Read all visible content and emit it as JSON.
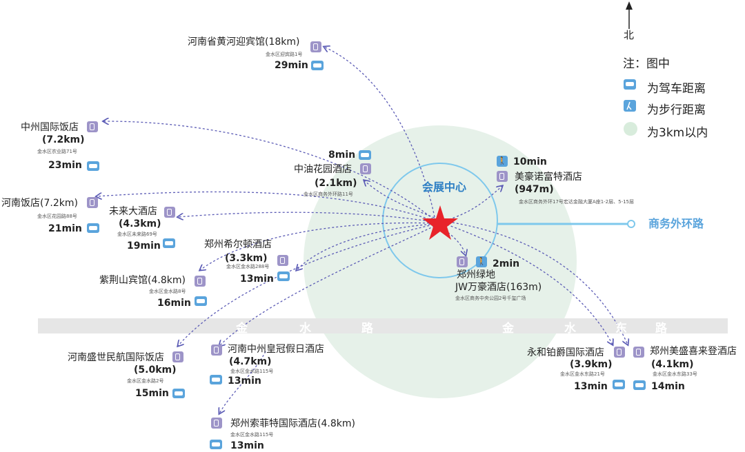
{
  "compass": {
    "label": "北"
  },
  "legend": {
    "title": "注：图中",
    "drive": "为驾车距离",
    "walk": "为步行距离",
    "radius": "为3km以内"
  },
  "center": {
    "label": "会展中心"
  },
  "road_east": {
    "label": "商务外环路"
  },
  "road_main": {
    "chars": [
      "金",
      "水",
      "路",
      "金",
      "水",
      "东",
      "路"
    ]
  },
  "colors": {
    "circle": "#e6f1e9",
    "ring": "#7ec8ec",
    "star": "#e8232a",
    "road": "#e6e6e6",
    "arrow": "#5b5bb5"
  },
  "hotels": {
    "huanghe": {
      "name": "河南省黄河迎宾馆(18km)",
      "addr": "金水区迎宾路1号",
      "time": "29min"
    },
    "zhongzhou": {
      "name": "中州国际饭店",
      "dist": "(7.2km)",
      "addr": "金水区农业路71号",
      "time": "23min"
    },
    "zhongyou": {
      "time_top": "8min",
      "name": "中油花园酒店",
      "dist": "(2.1km)",
      "addr": "金水区商务外环路11号"
    },
    "meihao": {
      "time": "10min",
      "name": "美豪诺富特酒店",
      "dist": "(947m)",
      "addr": "金水区商务外环17号宏达金融大厦A座1-2层、5-15层"
    },
    "henanfd": {
      "name": "河南饭店(7.2km)",
      "addr": "金水区花园路88号",
      "time": "21min"
    },
    "weilai": {
      "name": "未来大酒店",
      "dist": "(4.3km)",
      "addr": "金水区未来路69号",
      "time": "19min"
    },
    "hilton": {
      "name": "郑州希尔顿酒店",
      "dist": "(3.3km)",
      "addr": "金水区金水路288号",
      "time": "13min"
    },
    "jw": {
      "time": "2min",
      "name1": "郑州绿地",
      "name2": "JW万豪酒店(163m)",
      "addr": "金水区商务中央公园2号千玺广场"
    },
    "zijing": {
      "name": "紫荆山宾馆(4.8km)",
      "addr": "金水区金水路8号",
      "time": "16min"
    },
    "shengshi": {
      "name": "河南盛世民航国际饭店",
      "dist": "(5.0km)",
      "addr": "金水区金水路2号",
      "time": "15min"
    },
    "crowne": {
      "name": "河南中州皇冠假日酒店",
      "dist": "(4.7km)",
      "addr": "金水区金水路115号",
      "time": "13min"
    },
    "sofitel": {
      "name": "郑州索菲特国际酒店(4.8km)",
      "addr": "金水区金水路115号",
      "time": "13min"
    },
    "yonghe": {
      "name": "永和铂爵国际酒店",
      "dist": "(3.9km)",
      "addr": "金水区金水东路21号",
      "time": "13min"
    },
    "meisheng": {
      "name": "郑州美盛喜来登酒店",
      "dist": "(4.1km)",
      "addr": "金水区金水东路33号",
      "time": "14min"
    }
  }
}
